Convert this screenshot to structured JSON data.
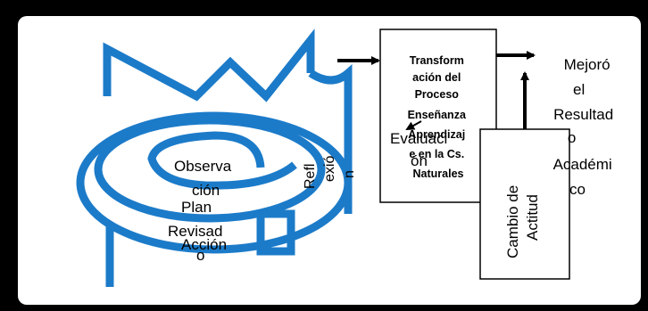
{
  "colors": {
    "frame": "#000000",
    "canvas": "#ffffff",
    "spiral": "#1c7bc9",
    "box_border": "#000000",
    "arrow": "#000000"
  },
  "spiral": {
    "observacion": [
      "Observa",
      "ción"
    ],
    "plan_revisado": [
      "Plan",
      "Revisad",
      "o"
    ],
    "accion": "Acción",
    "reflexion": [
      "Refl",
      "exió",
      "n"
    ]
  },
  "transformacion": {
    "lines": [
      "Transform",
      "ación del",
      "Proceso",
      "Enseñanza",
      "Aprendizaj",
      "e en la Cs.",
      "Naturales"
    ]
  },
  "evaluacion": [
    "Evaluaci",
    "ón"
  ],
  "cambio_actitud": [
    "Cambio de",
    "Actitud"
  ],
  "resultado": [
    "Mejoró",
    "el",
    "Resultad",
    "o",
    "Académi",
    "co"
  ]
}
